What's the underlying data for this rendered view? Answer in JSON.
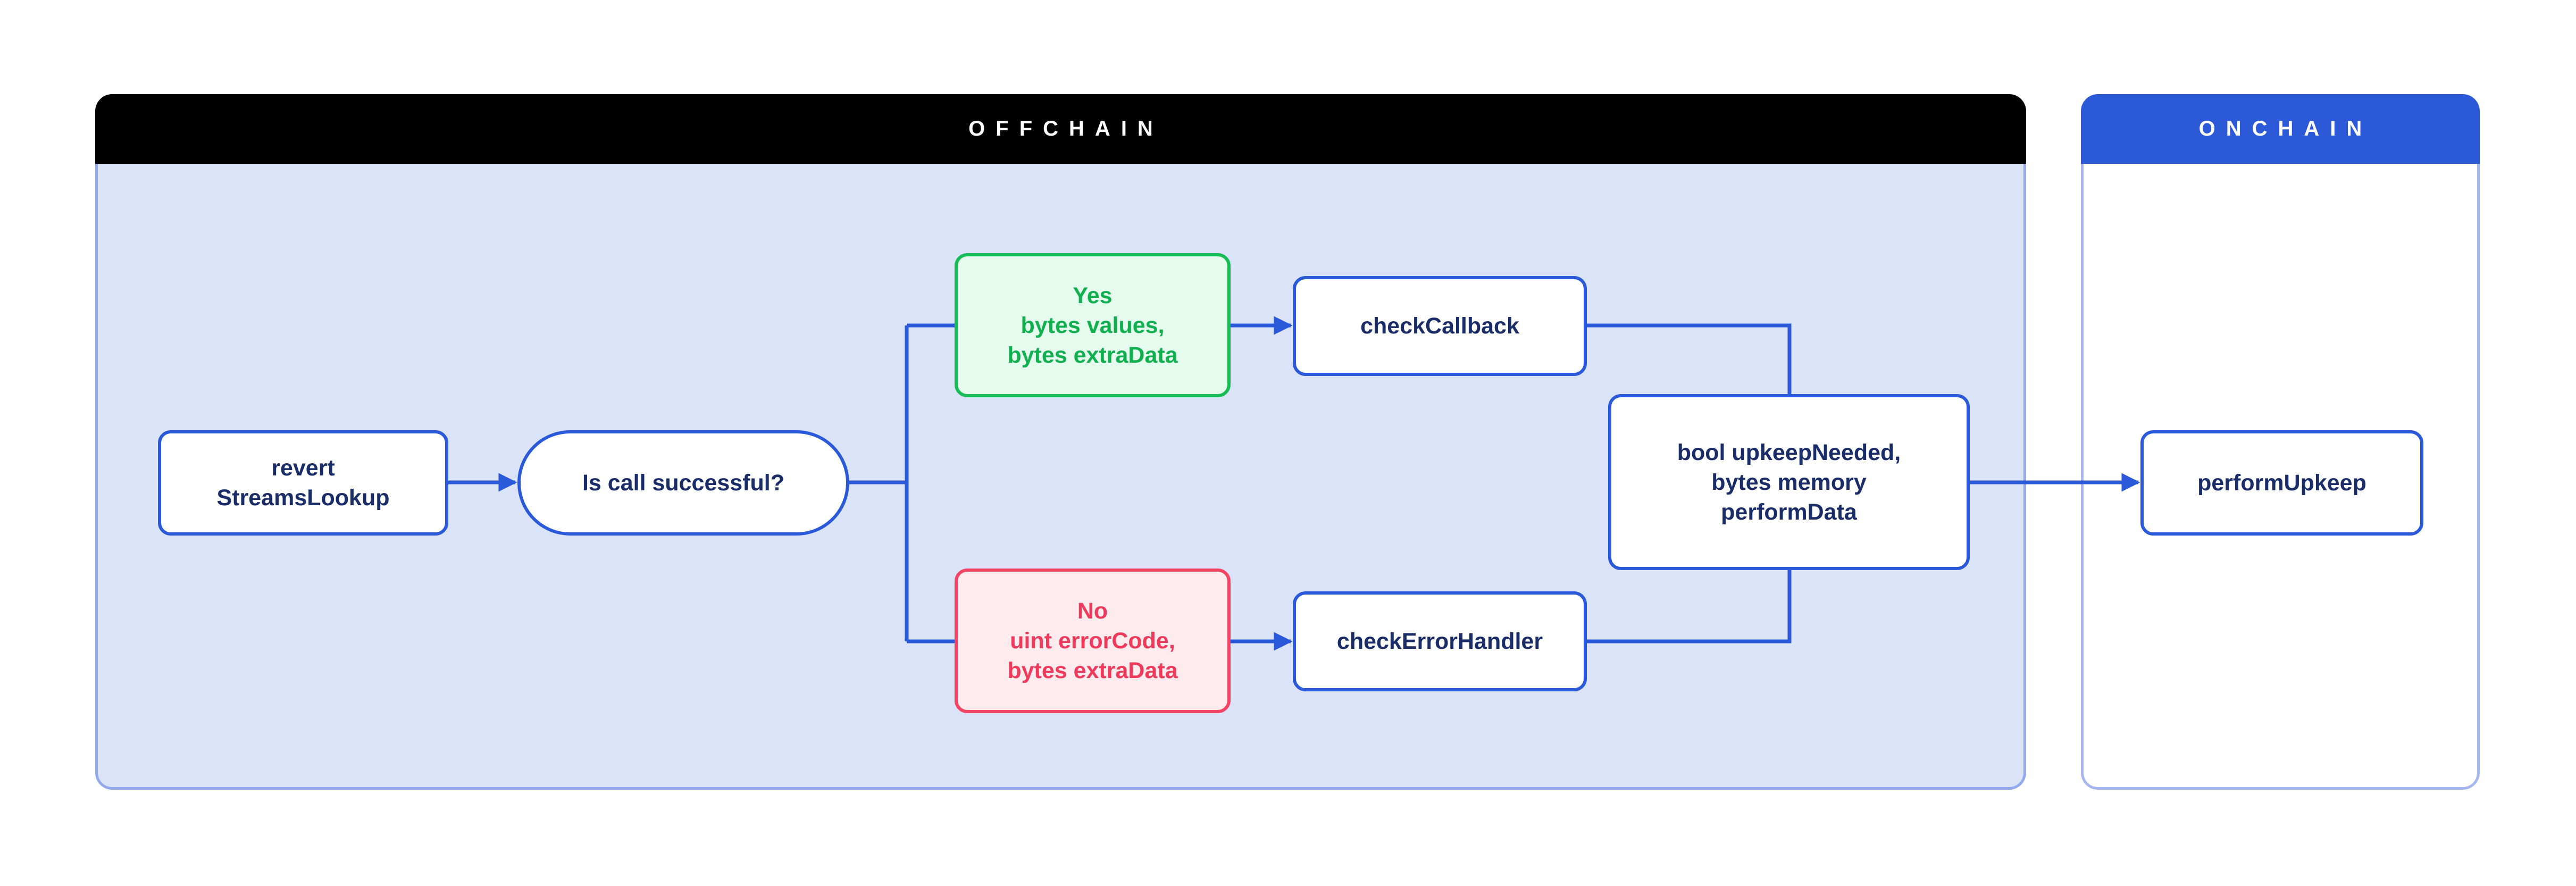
{
  "sections": {
    "offchain": {
      "label": "OFFCHAIN"
    },
    "onchain": {
      "label": "ONCHAIN"
    }
  },
  "nodes": [
    {
      "id": "revert-streamslookup",
      "shape": "rect",
      "variant": "blue",
      "lines": [
        "revert",
        "StreamsLookup"
      ]
    },
    {
      "id": "is-call-successful",
      "shape": "stadium",
      "variant": "blue",
      "lines": [
        "Is call successful?"
      ]
    },
    {
      "id": "yes-branch",
      "shape": "rect",
      "variant": "green",
      "lines": [
        "Yes",
        "bytes values,",
        "bytes extraData"
      ]
    },
    {
      "id": "no-branch",
      "shape": "rect",
      "variant": "red",
      "lines": [
        "No",
        "uint errorCode,",
        "bytes extraData"
      ]
    },
    {
      "id": "check-callback",
      "shape": "rect",
      "variant": "blue",
      "lines": [
        "checkCallback"
      ]
    },
    {
      "id": "check-error-handler",
      "shape": "rect",
      "variant": "blue",
      "lines": [
        "checkErrorHandler"
      ]
    },
    {
      "id": "upkeep-result",
      "shape": "rect",
      "variant": "blue",
      "lines": [
        "bool upkeepNeeded,",
        "bytes memory",
        "performData"
      ]
    },
    {
      "id": "perform-upkeep",
      "shape": "rect",
      "variant": "blue",
      "lines": [
        "performUpkeep"
      ]
    }
  ],
  "colors": {
    "offchain_header_bg": "#000000",
    "onchain_header_bg": "#2b59d8",
    "header_text": "#ffffff",
    "offchain_body_bg": "#dbe3f8",
    "onchain_body_bg": "#ffffff",
    "container_border": "#92a9ee",
    "connector_blue": "#2a5ada",
    "node_text_navy": "#1b2d69",
    "yes_green_border": "#16bd54",
    "yes_green_bg": "#e4fbee",
    "no_red_border": "#f54364",
    "no_red_bg": "#fdebee"
  }
}
